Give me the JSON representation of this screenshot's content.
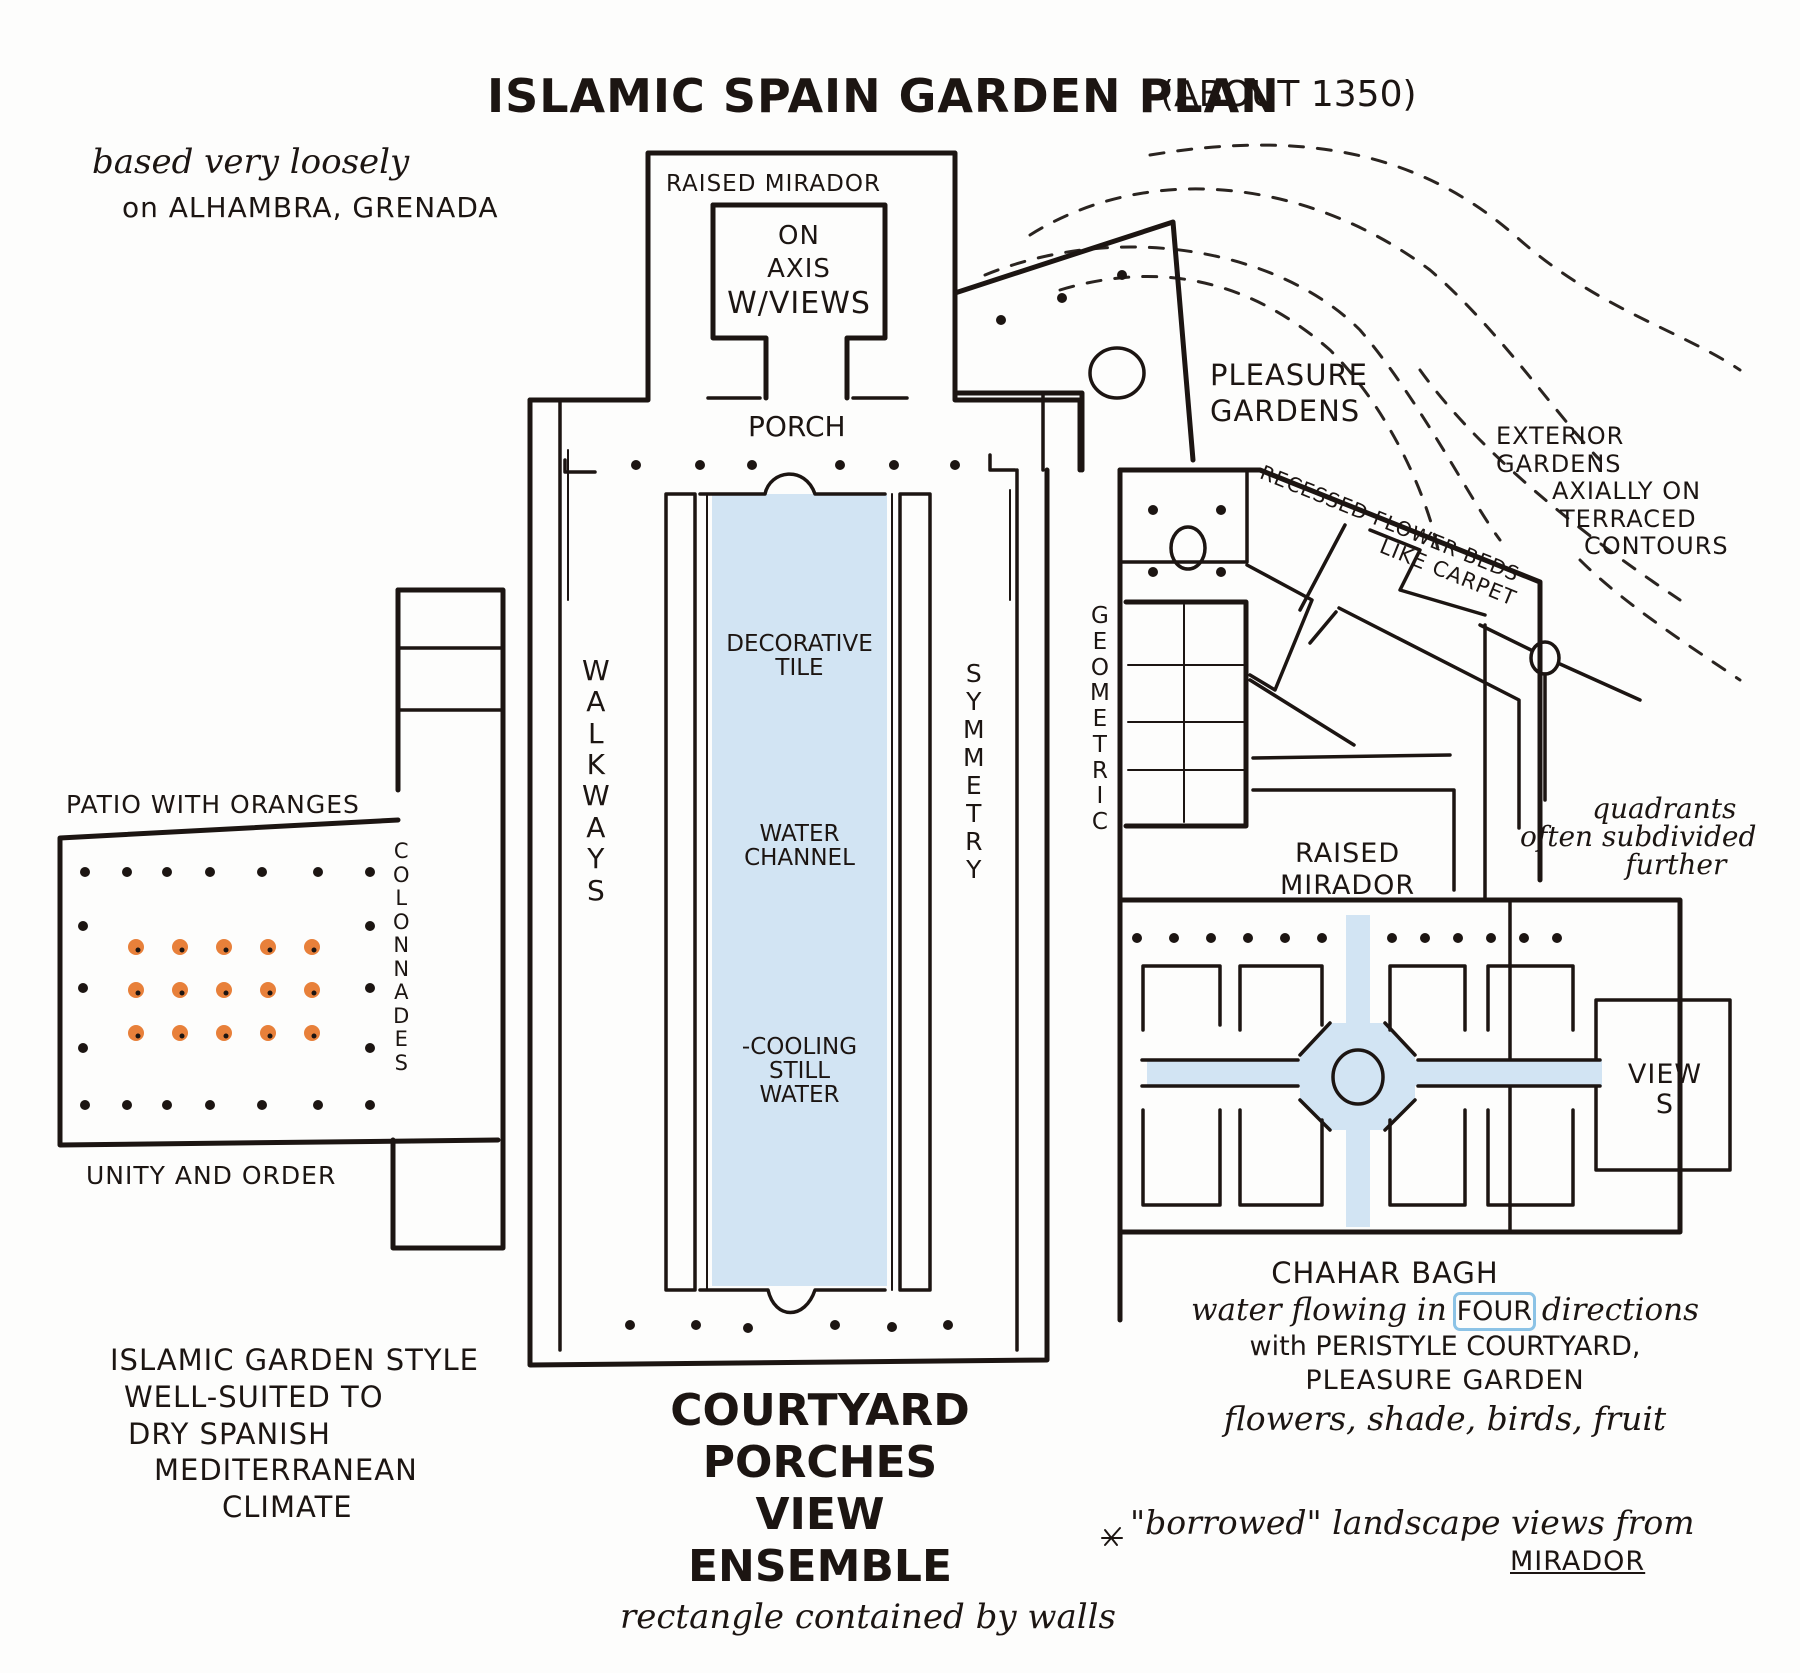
{
  "title": {
    "main": "ISLAMIC SPAIN GARDEN PLAN",
    "date": "(ABOUT 1350)"
  },
  "source_note": {
    "line1": "based very loosely",
    "line2": "on ALHAMBRA, GRENADA"
  },
  "mirador_top": {
    "label": "RAISED MIRADOR",
    "inner_lines": [
      "ON",
      "AXIS",
      "W/VIEWS"
    ]
  },
  "porch_label": "PORCH",
  "courtyard": {
    "walkways_vertical": "WALKWAYS",
    "symmetry_vertical": "SYMMETRY",
    "channel_labels": [
      [
        "DECORATIVE",
        "TILE"
      ],
      [
        "WATER",
        "CHANNEL"
      ],
      [
        "-COOLING",
        "STILL",
        "WATER"
      ]
    ],
    "caption_lines": [
      "COURTYARD",
      "PORCHES",
      "VIEW",
      "ENSEMBLE"
    ],
    "caption_note": "rectangle contained by walls"
  },
  "patio": {
    "label": "PATIO WITH ORANGES",
    "colonnades_vertical": "COLONNADES",
    "caption": "UNITY AND ORDER",
    "orange_tree_rows": 3,
    "orange_tree_cols": 5
  },
  "climate_note": {
    "lines": [
      "ISLAMIC GARDEN STYLE",
      "WELL-SUITED TO",
      "DRY SPANISH",
      "MEDITERRANEAN",
      "CLIMATE"
    ]
  },
  "pleasure_gardens": {
    "lines": [
      "PLEASURE",
      "GARDENS"
    ]
  },
  "exterior_gardens": {
    "lines": [
      "EXTERIOR",
      "GARDENS",
      "AXIALLY ON",
      "TERRACED",
      "CONTOURS"
    ]
  },
  "flower_beds": {
    "line1": "RECESSED FLOWER BEDS",
    "line2": "LIKE CARPET"
  },
  "geometric_vertical": "GEOMETRIC",
  "mirador_right": {
    "lines": [
      "RAISED",
      "MIRADOR"
    ]
  },
  "quadrants_note": {
    "lines": [
      "quadrants",
      "often subdivided",
      "further"
    ]
  },
  "views_box": {
    "lines": [
      "VIEW",
      "S"
    ]
  },
  "chahar_bagh": {
    "title": "CHAHAR  BAGH",
    "line1_pre": "water flowing in ",
    "line1_highlight": "FOUR",
    "line1_post": " directions",
    "line2": "with PERISTYLE COURTYARD,",
    "line3": "PLEASURE GARDEN",
    "line4": "flowers, shade, birds, fruit"
  },
  "borrowed_note": {
    "star": "★",
    "line1": "\"borrowed\" landscape views from",
    "line2": "MIRADOR"
  },
  "colors": {
    "ink": "#1c1512",
    "water": "#d2e4f3",
    "orange": "#e8803a",
    "highlight": "#8cc3e6"
  }
}
